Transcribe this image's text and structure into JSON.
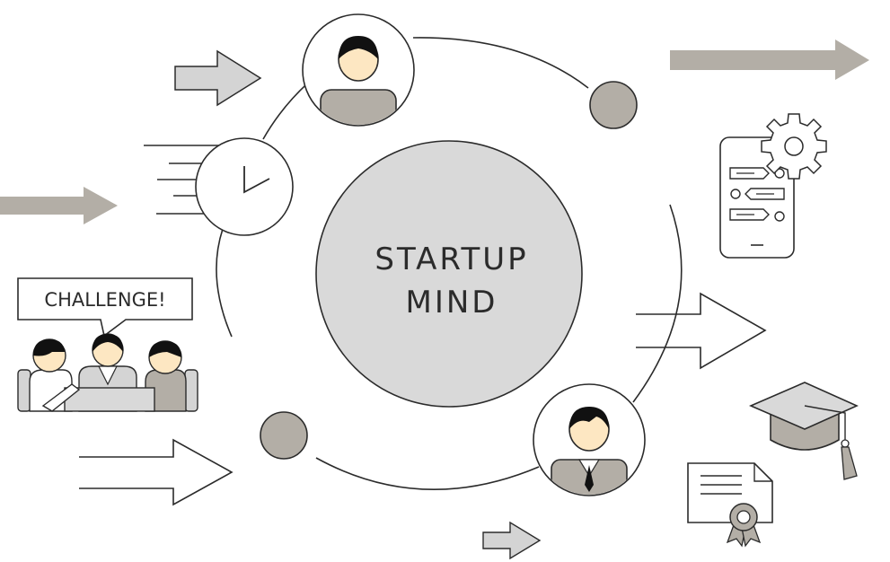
{
  "center": {
    "line1": "STARTUP",
    "line2": "MIND"
  },
  "speech_bubble": {
    "text": "CHALLENGE!"
  },
  "colors": {
    "stroke": "#2b2b2b",
    "circle_fill": "#d9d9d9",
    "taupe": "#b3aea6",
    "light_gray": "#d4d4d4",
    "skin": "#fde7c2"
  },
  "icons": [
    "businesswoman-avatar-icon",
    "clock-icon",
    "businessman-avatar-icon",
    "team-meeting-icon",
    "smartphone-settings-icon",
    "graduation-cap-icon",
    "certificate-icon",
    "arrow-icon",
    "gear-icon"
  ]
}
